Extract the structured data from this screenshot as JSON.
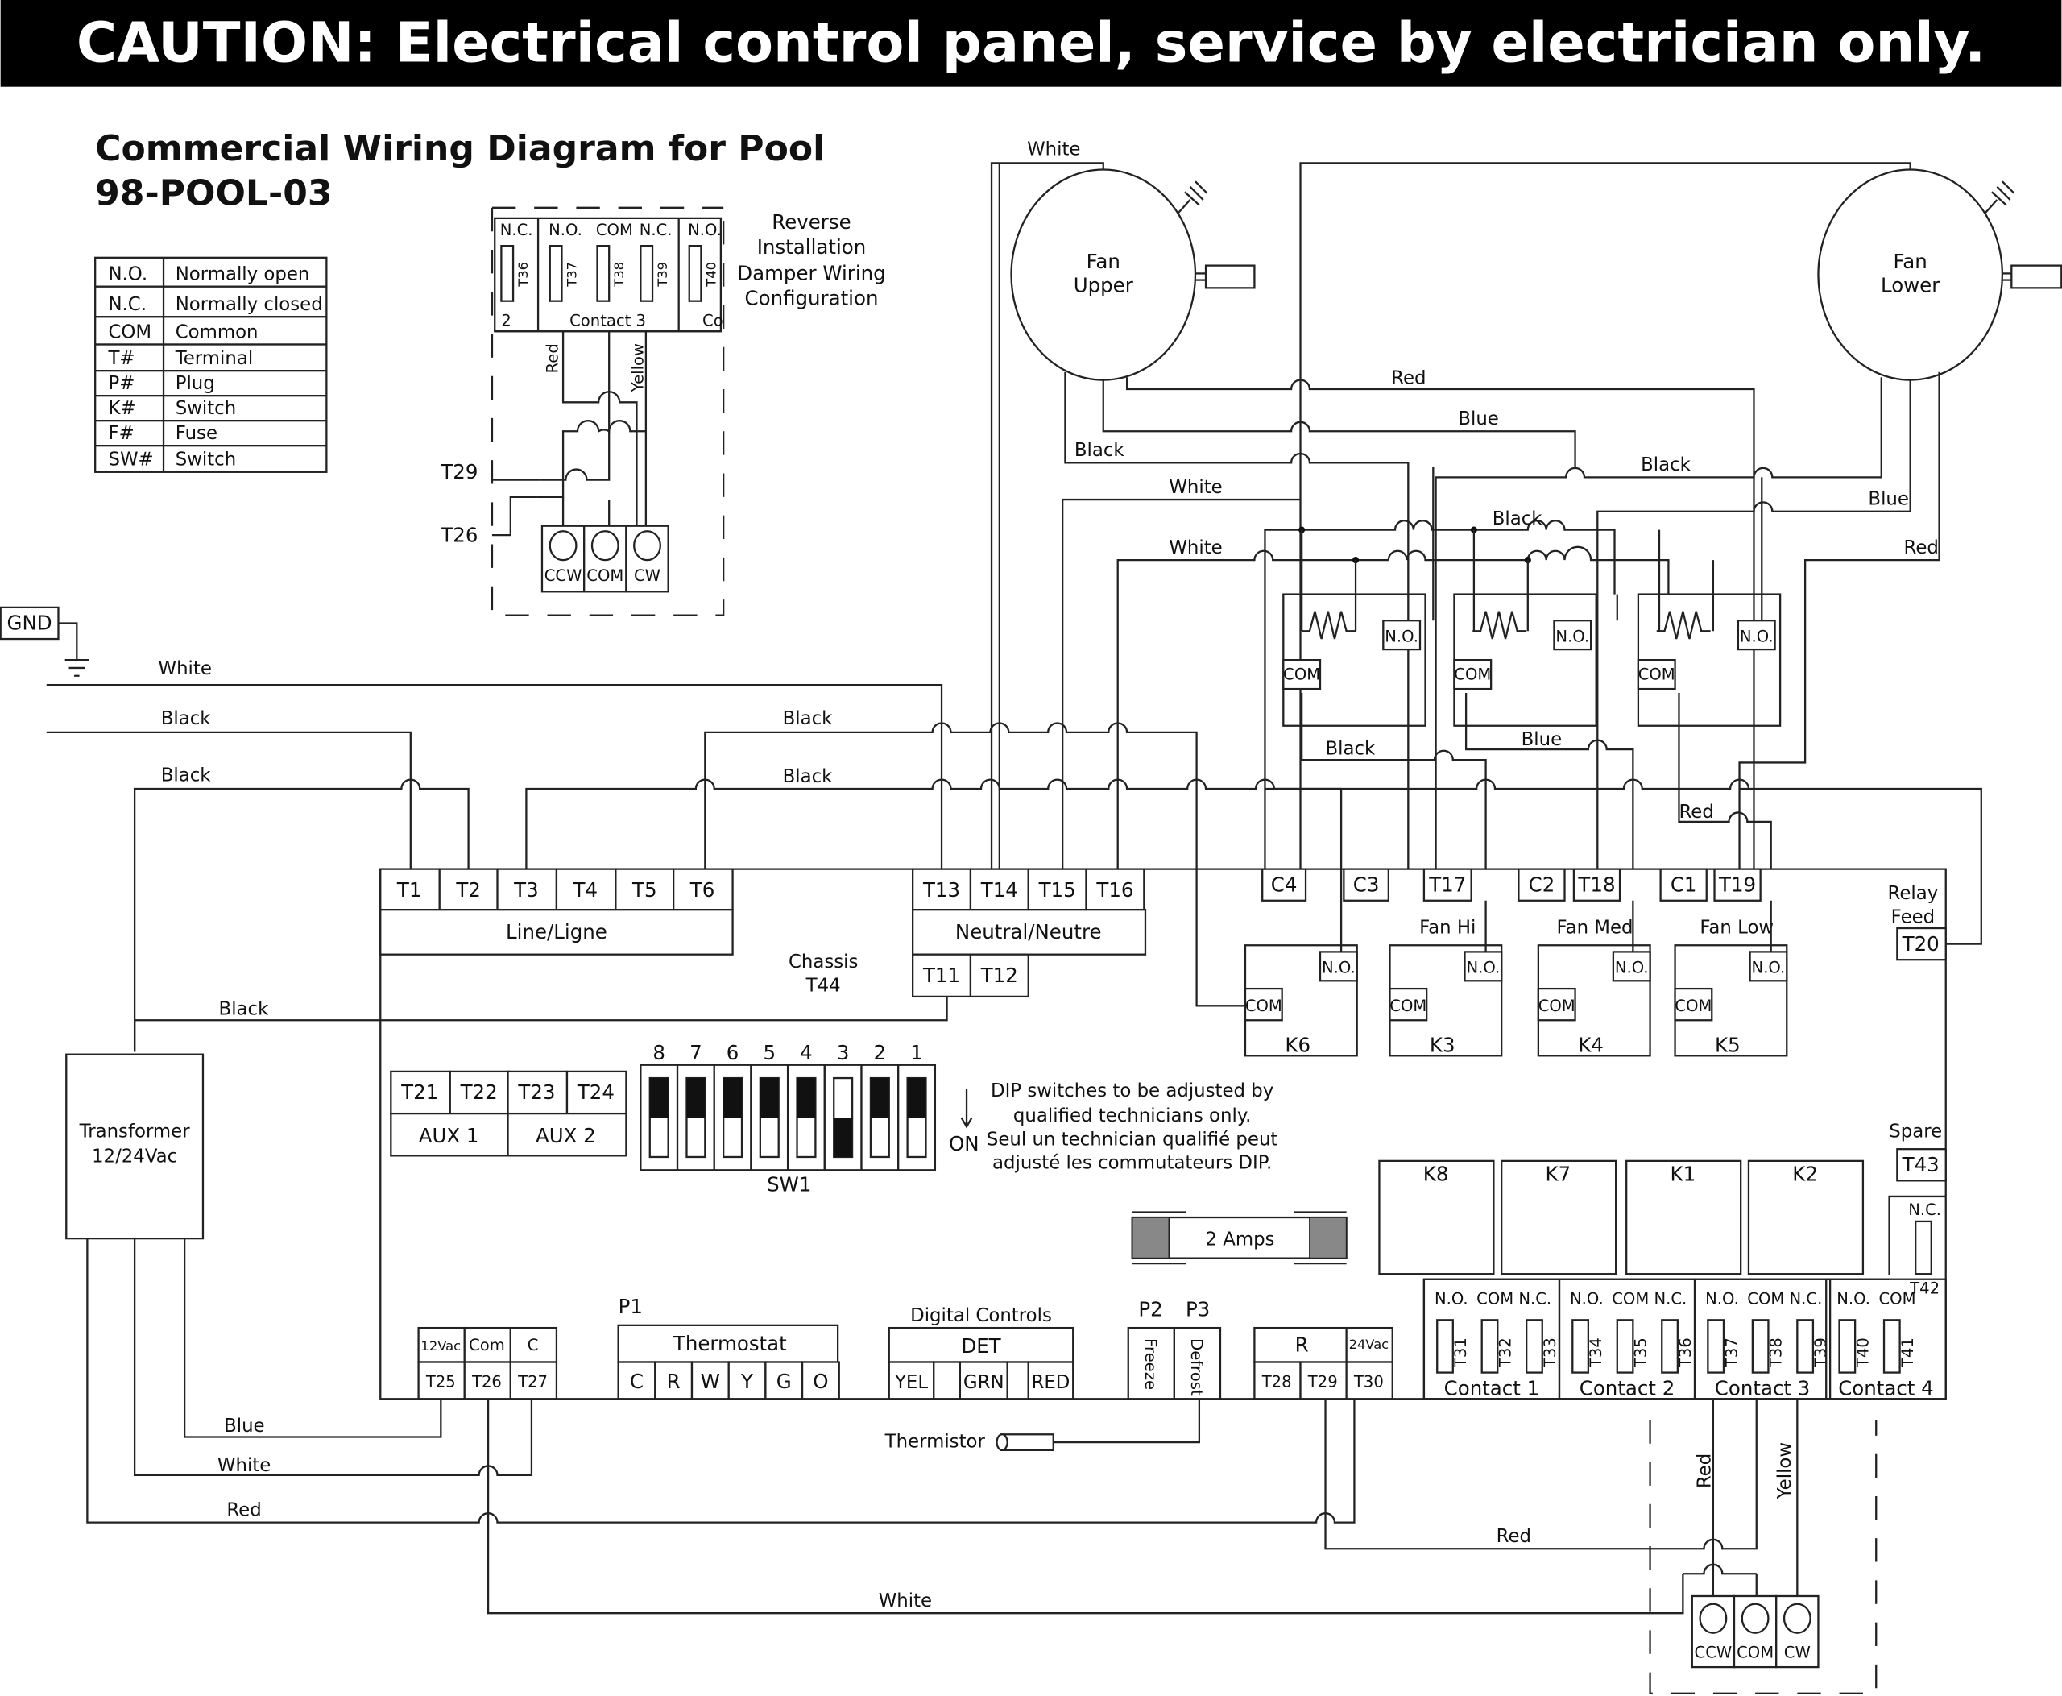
{
  "banner": {
    "text": "CAUTION: Electrical control panel, service by electrician only."
  },
  "title": {
    "line1": "Commercial Wiring Diagram for Pool",
    "line2": "98-POOL-03"
  },
  "legend": [
    {
      "code": "N.O.",
      "meaning": "Normally open"
    },
    {
      "code": "N.C.",
      "meaning": "Normally closed"
    },
    {
      "code": "COM",
      "meaning": "Common"
    },
    {
      "code": "T#",
      "meaning": "Terminal"
    },
    {
      "code": "P#",
      "meaning": "Plug"
    },
    {
      "code": "K#",
      "meaning": "Switch"
    },
    {
      "code": "F#",
      "meaning": "Fuse"
    },
    {
      "code": "SW#",
      "meaning": "Switch"
    }
  ],
  "inset": {
    "caption": [
      "Reverse",
      "Installation",
      "Damper Wiring",
      "Configuration"
    ],
    "headers": [
      "N.C.",
      "N.O.",
      "COM",
      "N.C.",
      "N.O."
    ],
    "terminals": [
      "T36",
      "T37",
      "T38",
      "T39",
      "T40"
    ],
    "left_frag": "2",
    "contact": "Contact 3",
    "right_frag": "Co",
    "wire_red": "Red",
    "wire_yellow": "Yellow",
    "t29": "T29",
    "t26": "T26",
    "motor": [
      "CCW",
      "COM",
      "CW"
    ]
  },
  "fans": {
    "upper": {
      "line1": "Fan",
      "line2": "Upper"
    },
    "lower": {
      "line1": "Fan",
      "line2": "Lower"
    }
  },
  "wires": {
    "white_top": "White",
    "red_fan": "Red",
    "blue_fan": "Blue",
    "black_upper": "Black",
    "black_lower": "Black",
    "white_1": "White",
    "white_2": "White",
    "black_mid": "Black",
    "blue_right": "Blue",
    "red_right": "Red",
    "relay_black": "Black",
    "relay_blue": "Blue",
    "relay_red": "Red",
    "gnd": "GND",
    "main_white": "White",
    "main_black1": "Black",
    "main_black2": "Black",
    "line_black1": "Black",
    "line_black2": "Black",
    "xfmr_black": "Black",
    "xfmr_blue": "Blue",
    "xfmr_white": "White",
    "xfmr_red": "Red",
    "bottom_red": "Red",
    "bottom_white": "White",
    "damper_red": "Red",
    "damper_yellow": "Yellow"
  },
  "board": {
    "line_terminals": [
      "T1",
      "T2",
      "T3",
      "T4",
      "T5",
      "T6"
    ],
    "line_label": "Line/Ligne",
    "neutral_terminals": [
      "T13",
      "T14",
      "T15",
      "T16"
    ],
    "neutral_label": "Neutral/Neutre",
    "neutral_sub": [
      "T11",
      "T12"
    ],
    "chassis": [
      "Chassis",
      "T44"
    ],
    "top_terminals": [
      "C4",
      "C3",
      "T17",
      "C2",
      "T18",
      "C1",
      "T19"
    ],
    "relay_feed": [
      "Relay",
      "Feed"
    ],
    "t20": "T20",
    "spare": "Spare",
    "t43": "T43",
    "nc_42": "N.C.",
    "t42": "T42",
    "fan_speeds": [
      "Fan Hi",
      "Fan Med",
      "Fan Low"
    ],
    "relays": [
      {
        "name": "K6",
        "no": "N.O.",
        "com": "COM"
      },
      {
        "name": "K3",
        "no": "N.O.",
        "com": "COM"
      },
      {
        "name": "K4",
        "no": "N.O.",
        "com": "COM"
      },
      {
        "name": "K5",
        "no": "N.O.",
        "com": "COM"
      }
    ],
    "aux_terminals": [
      "T21",
      "T22",
      "T23",
      "T24"
    ],
    "aux_labels": [
      "AUX 1",
      "AUX 2"
    ],
    "dip": {
      "numbers": [
        "8",
        "7",
        "6",
        "5",
        "4",
        "3",
        "2",
        "1"
      ],
      "on_states": [
        false,
        false,
        false,
        false,
        false,
        true,
        false,
        false
      ],
      "label": "SW1",
      "on": "ON",
      "note": [
        "DIP switches to be adjusted by",
        "qualified technicians only.",
        "Seul un technician qualifié peut",
        "adjusté les commutateurs DIP."
      ]
    },
    "big_relays": [
      "K8",
      "K7",
      "K1",
      "K2"
    ],
    "fuse": "2 Amps",
    "power": {
      "top": [
        "12Vac",
        "Com",
        "C"
      ],
      "bottom": [
        "T25",
        "T26",
        "T27"
      ]
    },
    "p1": "P1",
    "thermostat": {
      "title": "Thermostat",
      "terminals": [
        "C",
        "R",
        "W",
        "Y",
        "G",
        "O"
      ]
    },
    "digital": {
      "caption": "Digital Controls",
      "title": "DET",
      "terminals": [
        "YEL",
        "",
        "GRN",
        "",
        "RED"
      ]
    },
    "p2": "P2",
    "p3": "P3",
    "freeze": "Freeze",
    "defrost": "Defrost",
    "r_block": {
      "top": [
        "R",
        "24Vac"
      ],
      "bottom": [
        "T28",
        "T29",
        "T30"
      ]
    },
    "thermistor": "Thermistor",
    "contacts": [
      {
        "label": "Contact 1",
        "headers": [
          "N.O.",
          "COM",
          "N.C."
        ],
        "terms": [
          "T31",
          "T32",
          "T33"
        ]
      },
      {
        "label": "Contact 2",
        "headers": [
          "N.O.",
          "COM",
          "N.C."
        ],
        "terms": [
          "T34",
          "T35",
          "T36"
        ]
      },
      {
        "label": "Contact 3",
        "headers": [
          "N.O.",
          "COM",
          "N.C."
        ],
        "terms": [
          "T37",
          "T38",
          "T39"
        ]
      },
      {
        "label": "Contact 4",
        "headers": [
          "N.O.",
          "COM"
        ],
        "terms": [
          "T40",
          "T41"
        ]
      }
    ]
  },
  "heater_relays": [
    {
      "no": "N.O.",
      "com": "COM"
    },
    {
      "no": "N.O.",
      "com": "COM"
    },
    {
      "no": "N.O.",
      "com": "COM"
    }
  ],
  "transformer": {
    "line1": "Transformer",
    "line2": "12/24Vac"
  },
  "damper_bottom": {
    "motor": [
      "CCW",
      "COM",
      "CW"
    ]
  }
}
